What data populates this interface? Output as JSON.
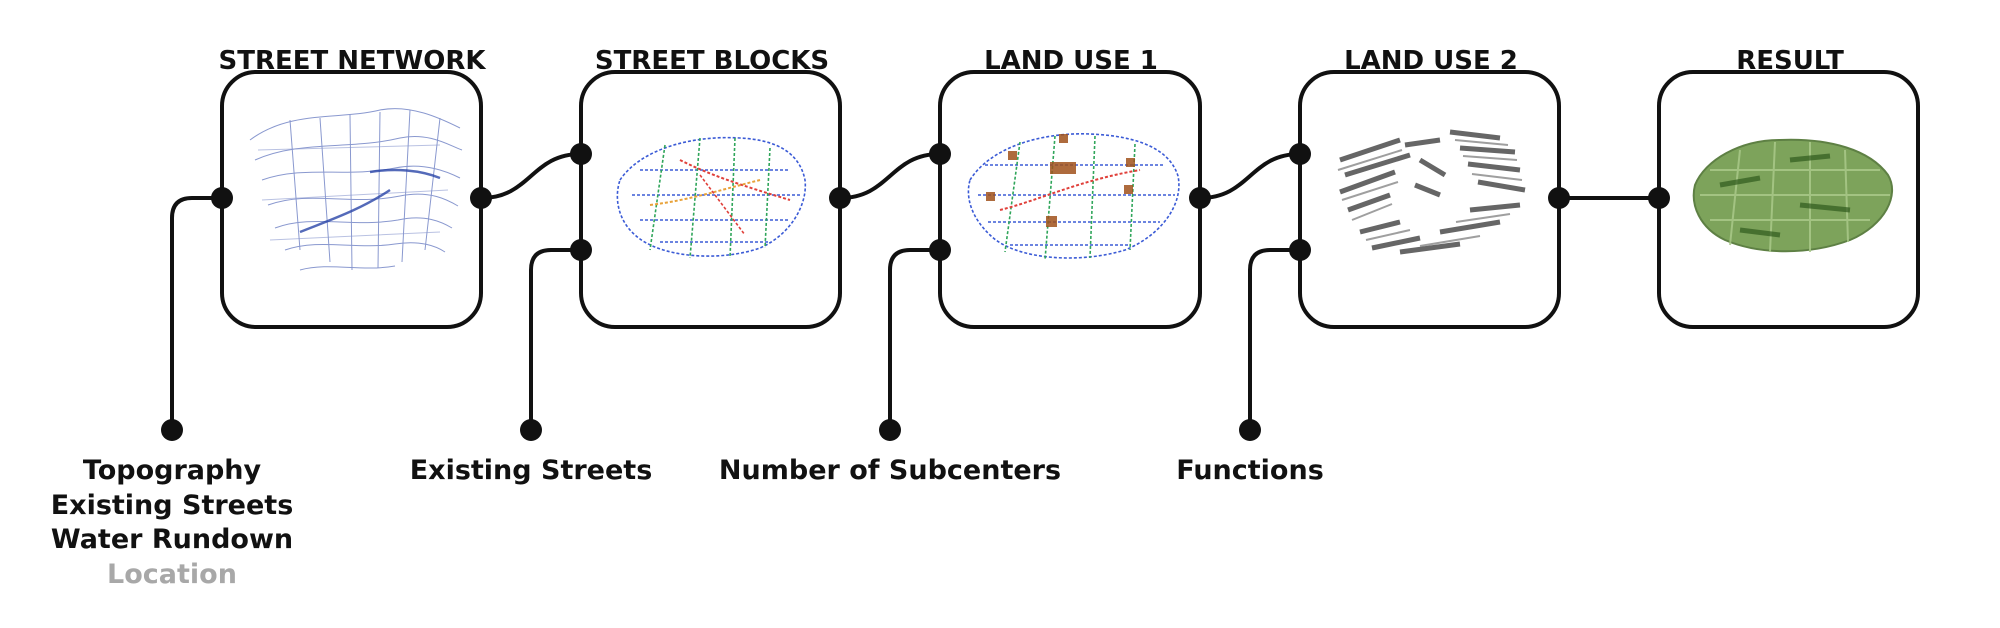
{
  "stages": [
    {
      "title": "STREET NETWORK",
      "icon": "street-network-thumbnail"
    },
    {
      "title": "STREET BLOCKS",
      "icon": "street-blocks-thumbnail"
    },
    {
      "title": "LAND USE 1",
      "icon": "land-use-1-thumbnail"
    },
    {
      "title": "LAND USE 2",
      "icon": "land-use-2-thumbnail"
    },
    {
      "title": "RESULT",
      "icon": "result-thumbnail"
    }
  ],
  "inputs": [
    {
      "lines": [
        "Topography",
        "Existing Streets",
        "Water Rundown",
        "Location"
      ]
    },
    {
      "lines": [
        "Existing Streets"
      ]
    },
    {
      "lines": [
        "Number of Subcenters"
      ]
    },
    {
      "lines": [
        "Functions"
      ]
    }
  ],
  "colors": {
    "line": "#111111",
    "muted_text": "#a8a8a8",
    "network_blue": "#2a45a8",
    "block_colors": [
      "#3b5bd6",
      "#e0403a",
      "#2fa55a",
      "#e8a23a"
    ],
    "subcenter_brown": "#a0521c",
    "building_gray": "#555555",
    "result_green": "#5d8a3c"
  }
}
